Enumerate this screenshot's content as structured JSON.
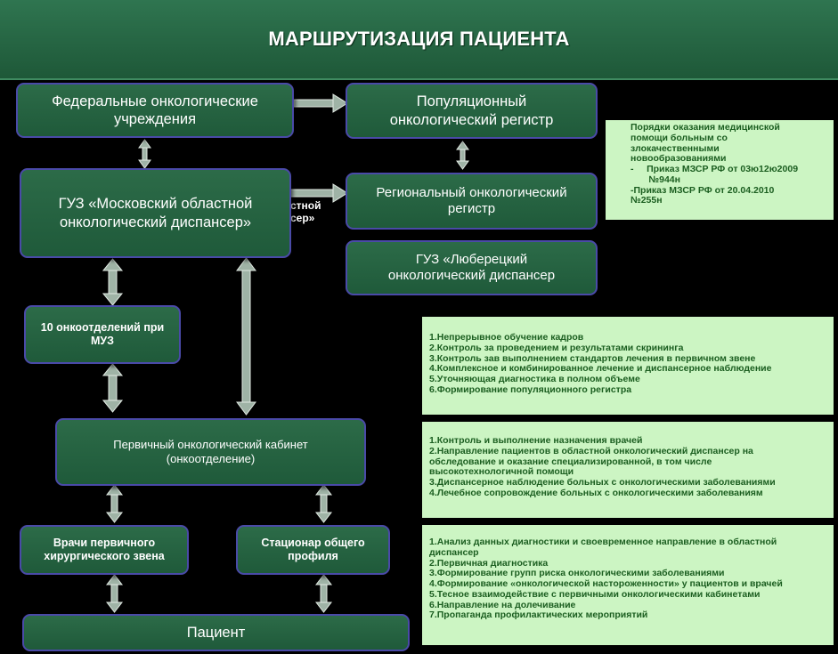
{
  "title": "МАРШРУТИЗАЦИЯ ПАЦИЕНТА",
  "boxes": {
    "federal": "Федеральные онкологические учреждения",
    "population_registry": "Популяционный онкологический регистр",
    "moscow_dispensary": "ГУЗ «Московский областной онкологический диспансер»",
    "regional_registry": "Региональный онкологический регистр",
    "lubertsy": "ГУЗ «Люберецкий онкологический диспансер",
    "ten_departments": "10 онкоотделений при МУЗ",
    "primary_cabinet_line1": "Первичный онкологический кабинет",
    "primary_cabinet_line2": "(онкоотделение)",
    "surgeons": "Врачи первичного хирургического звена",
    "hospital": "Стационар общего профиля",
    "patient": "Пациент"
  },
  "fragment": {
    "line1": "стной",
    "line2": "сер»"
  },
  "notes": {
    "orders": [
      "Порядки оказания медицинской",
      "помощи больным со",
      "злокачественными",
      "новообразованиями",
      "-     Приказ МЗСР РФ от 03ю12ю2009",
      "       №944н",
      "-Приказ МЗСР РФ от 20.04.2010",
      "№255н"
    ],
    "regional_tasks": [
      "1.Непрерывное обучение кадров",
      "2.Контроль за проведением и результатами скрининга",
      "3.Контроль зав выполнением стандартов лечения в первичном звене",
      "4.Комплексное и комбинированное  лечение и диспансерное наблюдение",
      "5.Уточняющая диагностика в полном объеме",
      "6.Формирование популяционного  регистра"
    ],
    "department_tasks": [
      "1.Контроль и выполнение  назначения врачей",
      "2.Направление пациентов в областной онкологический диспансер на",
      "обследование и оказание специализированной,  в том числе",
      "высокотехнологичной помощи",
      "3.Диспансерное наблюдение больных с онкологическими заболеваниями",
      "4.Лечебное сопровождение больных с онкологическими заболеваниям"
    ],
    "cabinet_tasks": [
      "1.Анализ данных диагностики и своевременное направление в областной",
      "диспансер",
      "2.Первичная диагностика",
      "3.Формирование групп риска онкологическими заболеваниями",
      "4.Формирование  «онкологической настороженности» у пациентов  и врачей",
      "5.Тесное взаимодействие с первичными онкологическими кабинетами",
      "6.Направление на долечивание",
      "7.Пропаганда профилактических мероприятий"
    ]
  },
  "colors": {
    "background": "#000000",
    "box_fill": "#236240",
    "box_border": "#4a4aa8",
    "note_fill": "#ccf5c3",
    "note_text": "#1b5e20",
    "arrow": "#c9d6cd"
  }
}
